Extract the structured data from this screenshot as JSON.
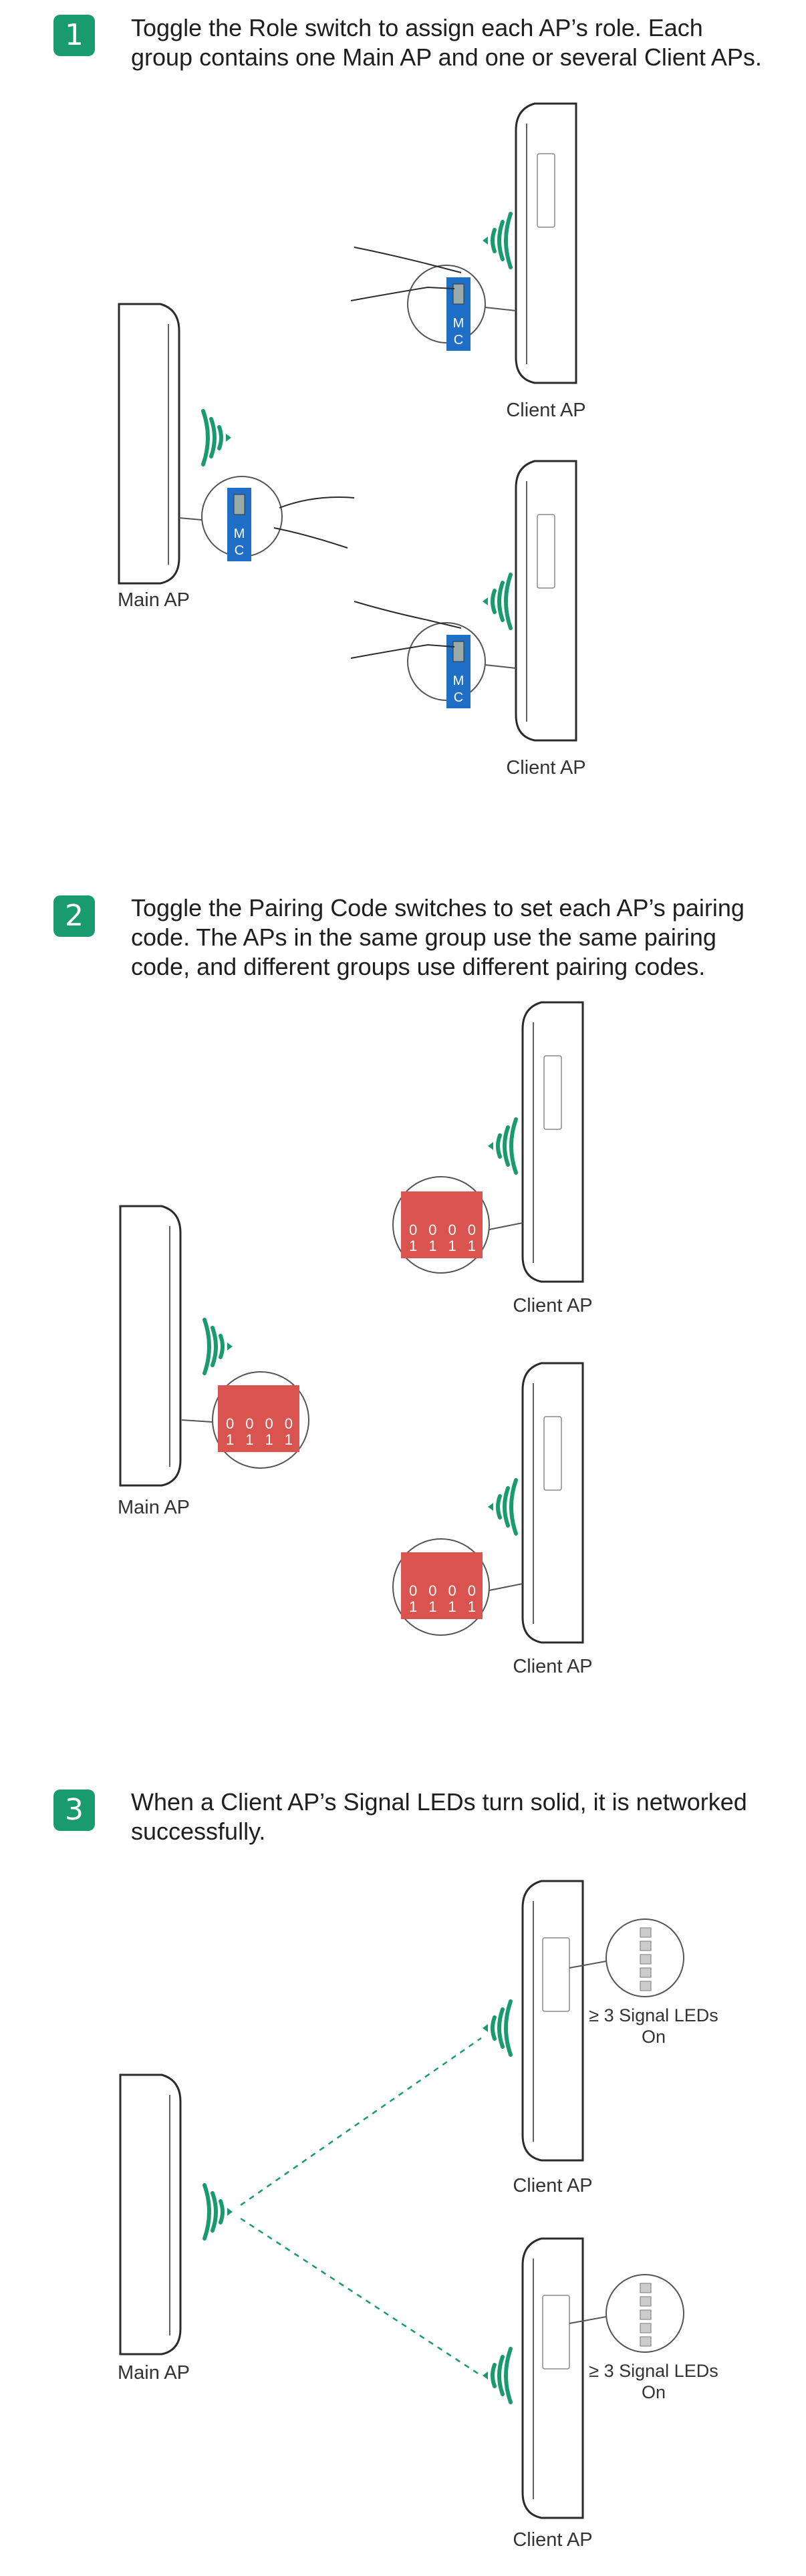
{
  "steps": [
    {
      "number": "1",
      "lines": [
        "Toggle the Role switch to assign each AP’s role. Each",
        "group contains one Main AP and one or several Client APs."
      ],
      "labels": {
        "client_top": "Client AP",
        "client_bottom": "Client AP",
        "main": "Main AP"
      },
      "switch_letters": [
        "M",
        "C"
      ]
    },
    {
      "number": "2",
      "lines": [
        "Toggle the Pairing Code switches to set each AP’s pairing",
        "code. The APs in the same group use the same pairing",
        "code, and different groups use different pairing codes."
      ],
      "labels": {
        "client_top": "Client AP",
        "client_bottom": "Client AP",
        "main": "Main AP"
      },
      "dip_top_row": [
        "0",
        "0",
        "0",
        "0"
      ],
      "dip_bottom_row": [
        "1",
        "1",
        "1",
        "1"
      ]
    },
    {
      "number": "3",
      "lines": [
        "When a Client AP’s Signal LEDs turn solid, it is networked",
        "successfully."
      ],
      "labels": {
        "client_top": "Client AP",
        "client_bottom": "Client AP",
        "main": "Main AP"
      },
      "led_note_lines": [
        "≥ 3 Signal LEDs",
        "On"
      ]
    }
  ],
  "colors": {
    "accent": "#1a9a6f",
    "role_switch": "#1f6fc7",
    "pairing_switch": "#d9534f",
    "outline": "#2b2b2b"
  }
}
